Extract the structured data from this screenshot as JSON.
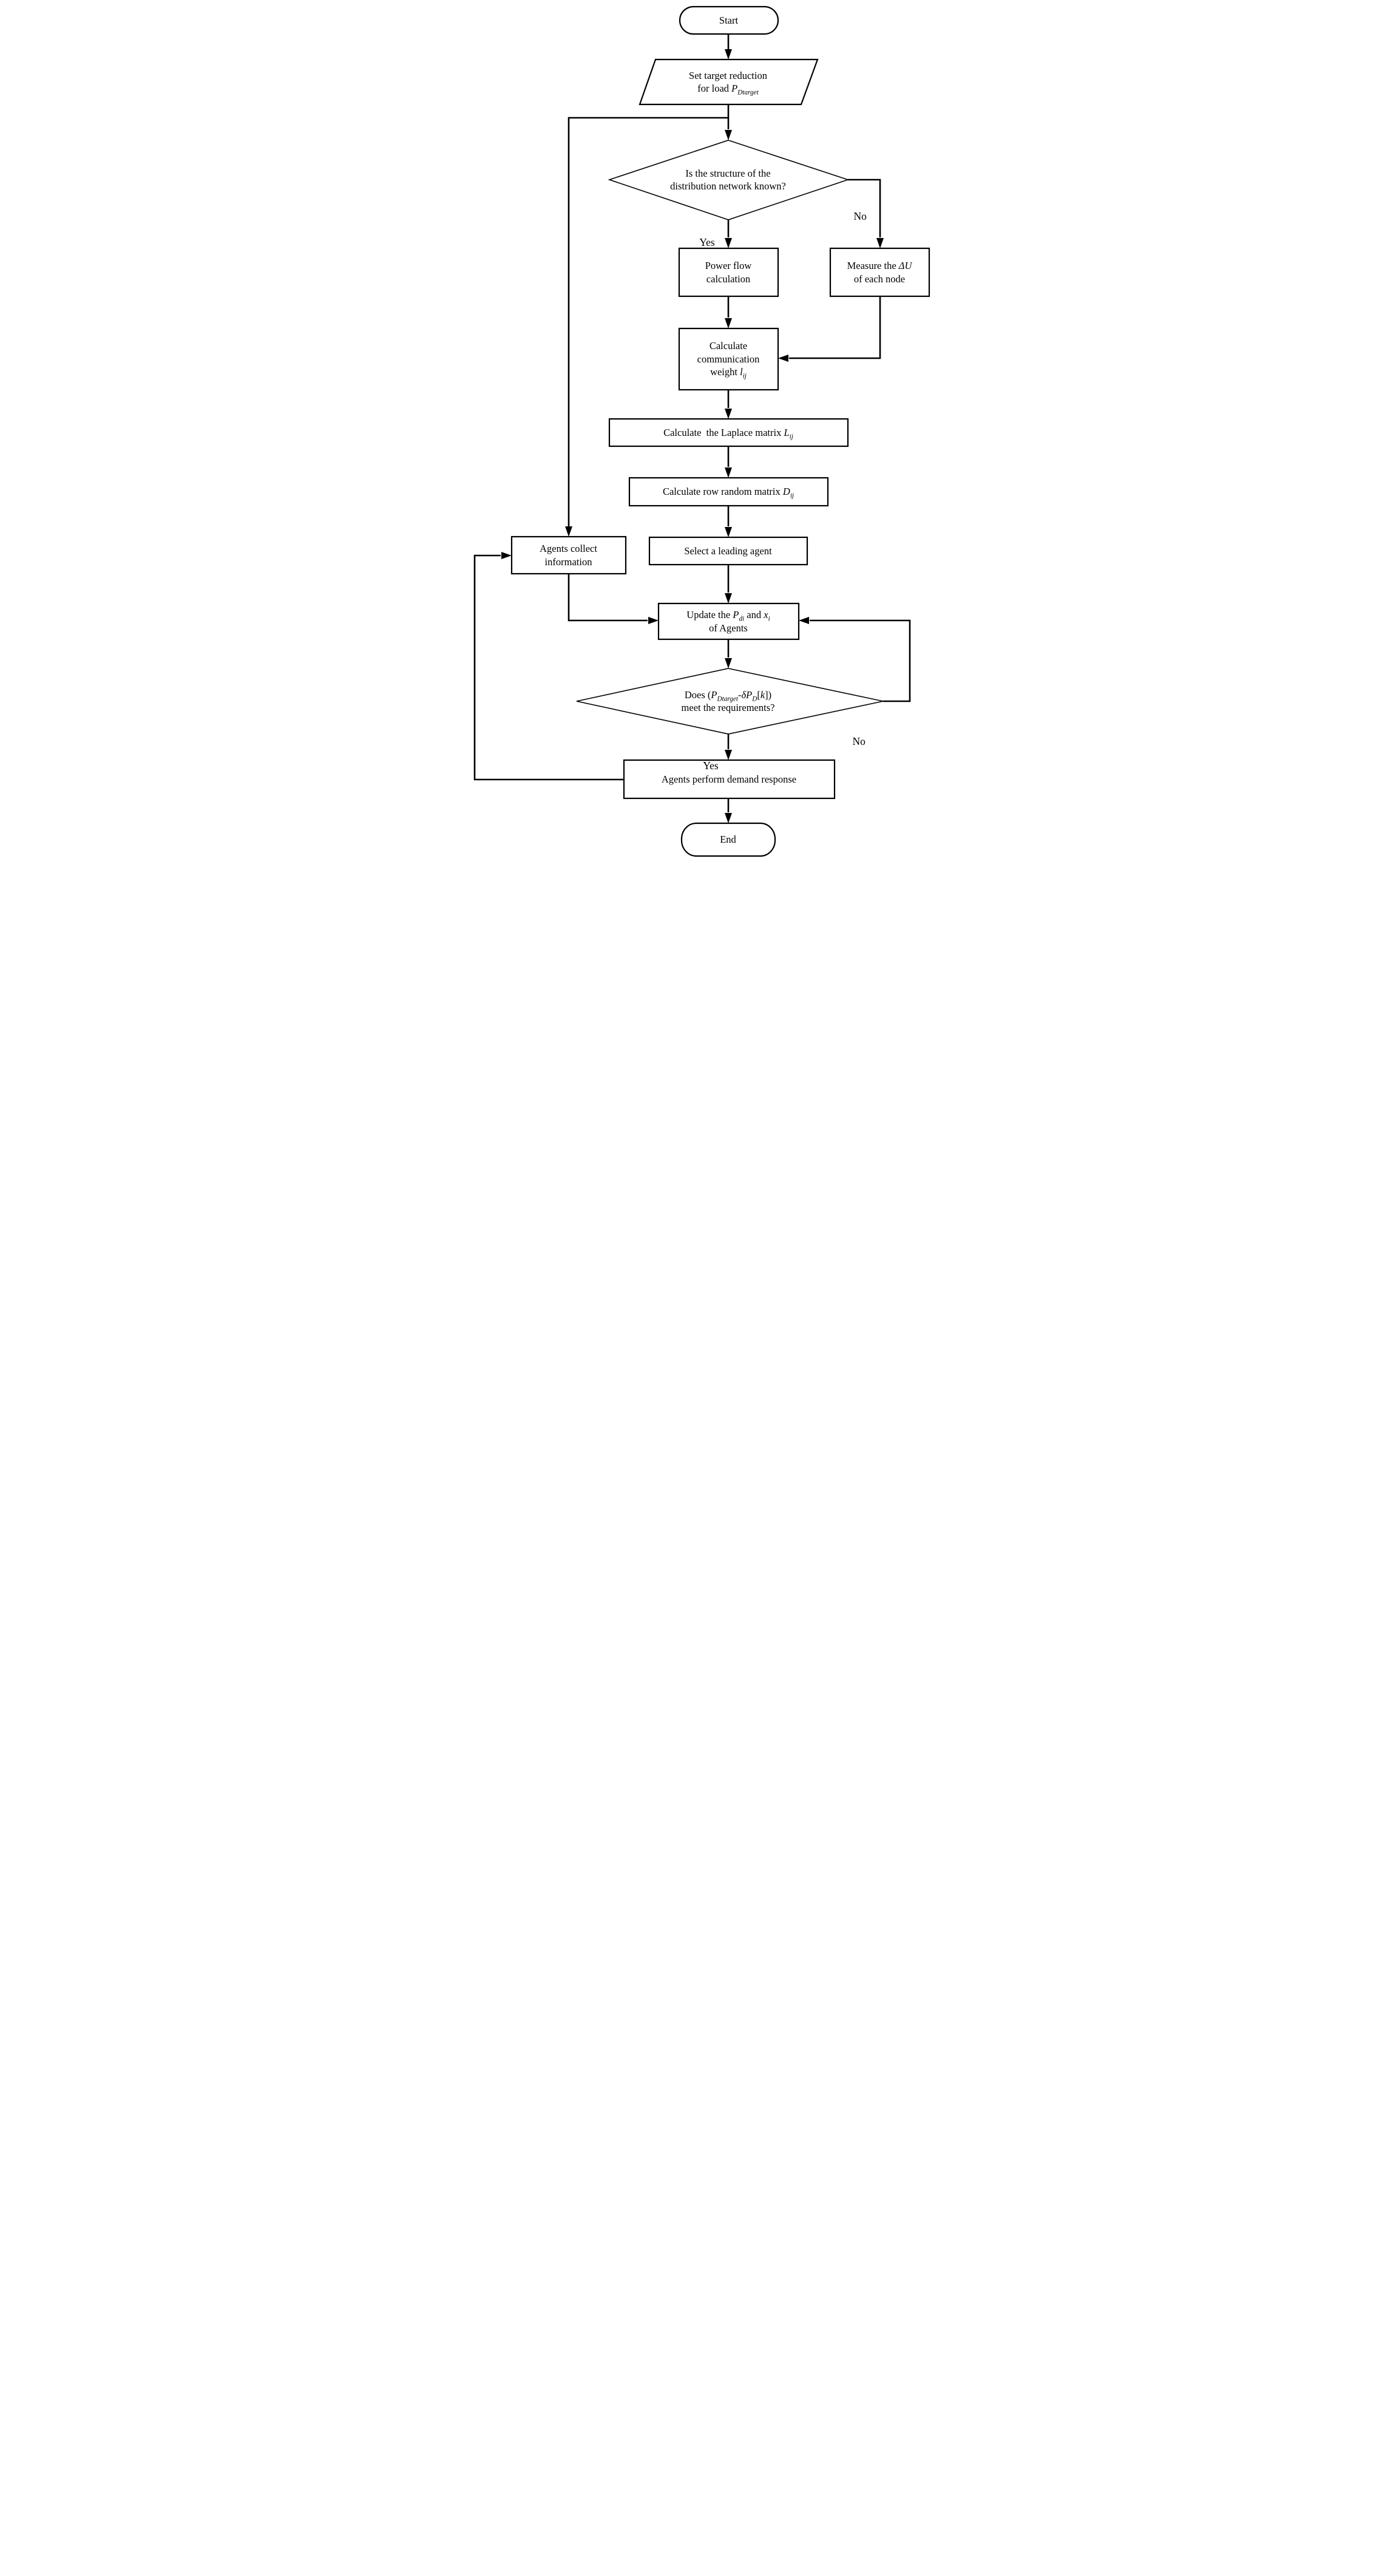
{
  "figure": {
    "background_color": "#ffffff",
    "line_color": "#000000",
    "diagram_type": "flowchart"
  },
  "nodes": {
    "start": {
      "type": "terminator",
      "label": "Start"
    },
    "set_target": {
      "type": "data",
      "line1": "Set target reduction",
      "line2_prefix": "for load ",
      "var": "P",
      "var_sub": "Dtarget"
    },
    "network_known": {
      "type": "decision",
      "line1": "Is the structure of the",
      "line2": "distribution network known?",
      "yes_label": "Yes",
      "no_label": "No"
    },
    "power_flow": {
      "type": "process",
      "line1": "Power flow",
      "line2": "calculation"
    },
    "measure_du": {
      "type": "process",
      "line1_prefix": "Measure the ",
      "line1_var": "ΔU",
      "line2": "of each node"
    },
    "comm_weight": {
      "type": "process",
      "line1": "Calculate",
      "line2": "communication",
      "line3_prefix": "weight ",
      "var": "l",
      "var_sub": "ij"
    },
    "laplace": {
      "type": "process",
      "prefix": "Calculate  the Laplace matrix ",
      "var": "L",
      "var_sub": "ij"
    },
    "row_random": {
      "type": "process",
      "prefix": "Calculate row random matrix ",
      "var": "D",
      "var_sub": "ij"
    },
    "collect": {
      "type": "process",
      "line1": "Agents collect",
      "line2": "information"
    },
    "select_leader": {
      "type": "process",
      "label": "Select a leading agent"
    },
    "update": {
      "type": "process",
      "line1_prefix": "Update the ",
      "var1": "P",
      "var1_sub": "di",
      "line1_mid": " and ",
      "var2": "x",
      "var2_sub": "i",
      "line2": "of Agents"
    },
    "meets_req": {
      "type": "decision",
      "line1_prefix": "Does (",
      "var1": "P",
      "var1_sub": "Dtarget",
      "line1_dash": "-",
      "var2": "δP",
      "var2_sub": "D",
      "line1_open_bracket": "[",
      "var3": "k",
      "line1_close": "])",
      "line2": "meet the requirements?",
      "yes_label": "Yes",
      "no_label": "No"
    },
    "demand_response": {
      "type": "process",
      "label": "Agents perform demand response"
    },
    "end": {
      "type": "terminator",
      "label": "End"
    }
  }
}
